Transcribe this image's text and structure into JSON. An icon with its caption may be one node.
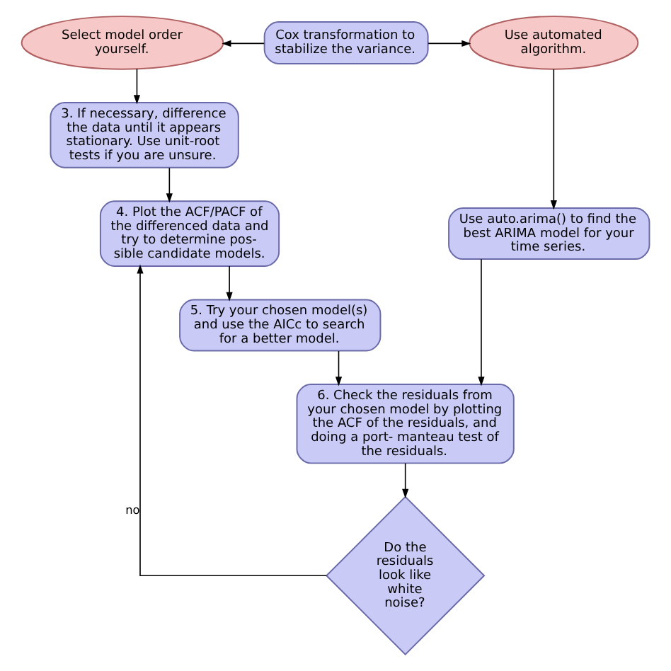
{
  "diagram": {
    "nodes": [
      {
        "text": [
          "Select model order yourself."
        ]
      },
      {
        "text": [
          "Cox transformation to stabilize the variance."
        ]
      },
      {
        "text": [
          "Use automated algorithm."
        ]
      },
      {
        "text": [
          "3. If necessary, difference the data until it appears stationary. Use unit-root tests if you are unsure."
        ]
      },
      {
        "text": [
          "Use auto.arima() to find the best ARIMA model for your time series."
        ]
      },
      {
        "text": [
          "4. Plot the ACF/PACF of the differenced data and try to determine pos- sible candidate models."
        ]
      },
      {
        "text": [
          "5. Try your chosen model(s) and use the AICc to search for a better model."
        ]
      },
      {
        "text": [
          "6. Check the residuals from your chosen model by plotting the ACF of the residuals, and doing a port- manteau test of the residuals."
        ]
      },
      {
        "text": [
          "Do the residuals look like white noise?"
        ]
      }
    ],
    "edges": [
      {
        "from": 1,
        "to": 0,
        "arrow": "to"
      },
      {
        "from": 1,
        "to": 2,
        "arrow": "to"
      },
      {
        "from": 0,
        "to": 3,
        "arrow": "to"
      },
      {
        "from": 2,
        "to": 4,
        "arrow": "to"
      },
      {
        "from": 3,
        "to": 5,
        "arrow": "to"
      },
      {
        "from": 5,
        "to": 6,
        "arrow": "to"
      },
      {
        "from": 6,
        "to": 7,
        "arrow": "to"
      },
      {
        "from": 4,
        "to": 7,
        "arrow": "to"
      },
      {
        "from": 7,
        "to": 8,
        "arrow": "to"
      },
      {
        "from": 8,
        "to": 5,
        "arrow": "to",
        "label": "no"
      }
    ]
  }
}
